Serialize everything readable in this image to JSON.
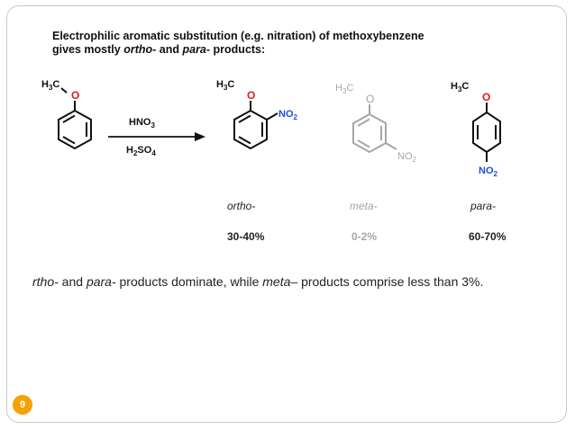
{
  "slide": {
    "title_line1": "Electrophilic aromatic substitution (e.g. nitration) of methoxybenzene",
    "title_line2_parts": [
      "gives mostly ",
      "ortho-",
      " and ",
      "para-",
      " products:"
    ],
    "reagents": {
      "top": "HNO3",
      "bottom": "H2SO4"
    },
    "molecules": {
      "start_label": "H3C",
      "oxygen": "O",
      "nitro": "NO2"
    },
    "products": [
      {
        "position": "ortho-",
        "yield": "30-40%"
      },
      {
        "position": "meta-",
        "yield": "0-2%"
      },
      {
        "position": "para-",
        "yield": "60-70%"
      }
    ],
    "summary_parts": [
      "rtho-",
      " and ",
      "para-",
      " products dominate, while ",
      "meta–",
      " products comprise less than 3%."
    ],
    "page_number": "9",
    "colors": {
      "oxygen": "#d61f1f",
      "nitro": "#1f4fd6",
      "meta_grey": "#a6a6a6",
      "page_badge": "#f5a100"
    }
  }
}
